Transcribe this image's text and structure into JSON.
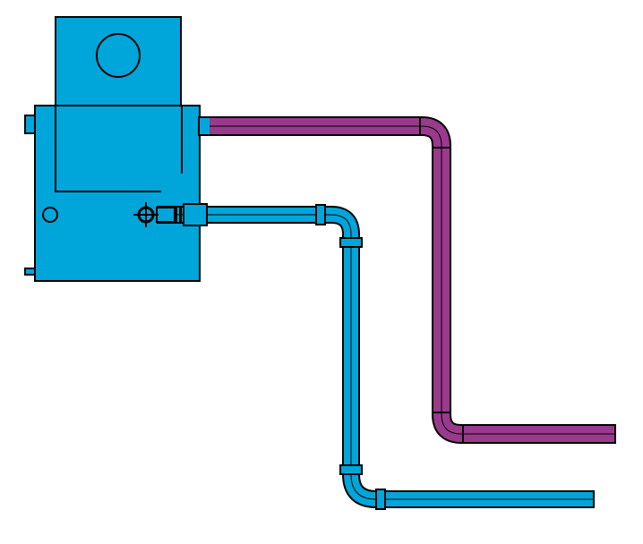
{
  "colors": {
    "unit_fill": "#00A6D9",
    "supply_pipe": "#00A6D9",
    "return_pipe": "#9A3A8C",
    "outline": "#000000",
    "background": "#FFFFFF"
  },
  "diagram": {
    "components": [
      "boiler-unit",
      "gauge-icon",
      "valve-icon",
      "return-pipe",
      "supply-pipe"
    ]
  }
}
